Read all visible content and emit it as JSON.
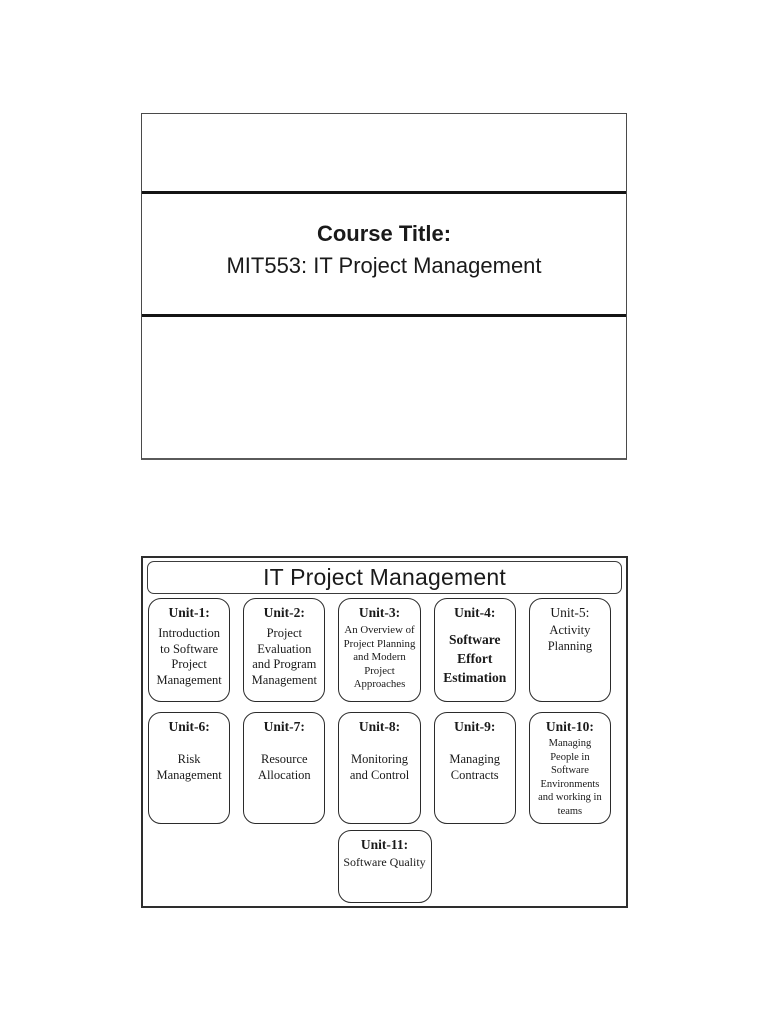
{
  "slide1": {
    "heading": "Course Title:",
    "subheading": "MIT553: IT Project Management"
  },
  "slide2": {
    "banner_title": "IT Project Management",
    "units": [
      {
        "label": "Unit-1:",
        "body": "Introduction to Software Project Management"
      },
      {
        "label": "Unit-2:",
        "body": "Project Evaluation and Program Management"
      },
      {
        "label": "Unit-3:",
        "body": "An Overview of Project Planning and Modern Project Approaches"
      },
      {
        "label": "Unit-4:",
        "body": "Software Effort Estimation"
      },
      {
        "label": "Unit-5:",
        "body": "Activity Planning"
      },
      {
        "label": "Unit-6:",
        "body": "Risk Management"
      },
      {
        "label": "Unit-7:",
        "body": "Resource Allocation"
      },
      {
        "label": "Unit-8:",
        "body": "Monitoring and Control"
      },
      {
        "label": "Unit-9:",
        "body": "Managing Contracts"
      },
      {
        "label": "Unit-10:",
        "body": "Managing People in Software Environments and working in teams"
      },
      {
        "label": "Unit-11:",
        "body": "Software Quality"
      }
    ],
    "colors": {
      "border": "#2e2e2e",
      "text": "#1a1a1a",
      "background": "#ffffff"
    }
  }
}
